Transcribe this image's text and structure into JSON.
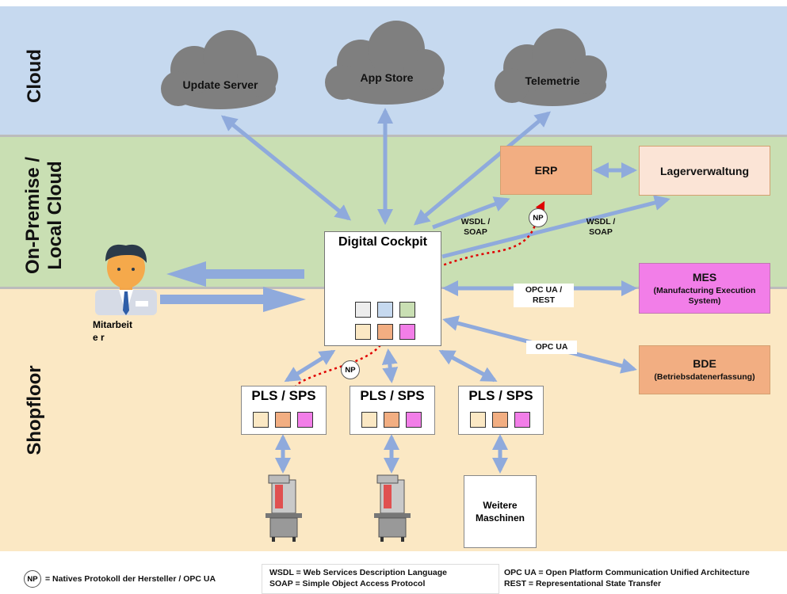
{
  "zones": {
    "cloud": "Cloud",
    "onprem": "On-Premise / Local Cloud",
    "shopfloor": "Shopfloor"
  },
  "clouds": [
    {
      "label": "Update Server"
    },
    {
      "label": "App Store"
    },
    {
      "label": "Telemetrie"
    }
  ],
  "systems": {
    "erp": "ERP",
    "lager": "Lagerverwaltung",
    "mes": {
      "title": "MES",
      "subtitle": "(Manufacturing Execution System)"
    },
    "bde": {
      "title": "BDE",
      "subtitle": "(Betriebsdatenerfassung)"
    }
  },
  "cockpit": {
    "title": "Digital Cockpit"
  },
  "employee": {
    "label": "Mitarbeite r"
  },
  "plc": [
    {
      "title": "PLS / SPS"
    },
    {
      "title": "PLS / SPS"
    },
    {
      "title": "PLS / SPS"
    }
  ],
  "machines": {
    "other": "Weitere Maschinen"
  },
  "connections": {
    "wsdl_erp": "WSDL / SOAP",
    "wsdl_lager": "WSDL / SOAP",
    "opc_rest": "OPC UA / REST",
    "opc_bde": "OPC UA",
    "np": "NP"
  },
  "legend": {
    "np_badge": "NP",
    "np_text": "= Natives Protokoll der Hersteller / OPC UA",
    "wsdl": "WSDL = Web Services Description Language",
    "soap": "SOAP =  Simple Object Access Protocol",
    "opcua": "OPC UA = Open Platform Communication Unified Architecture",
    "rest": "REST = Representational State Transfer"
  },
  "colors": {
    "cloud_band": "#c6d9ef",
    "onprem_band": "#c9dfb3",
    "shopfloor_band": "#fbe8c4",
    "arrow": "#8faadc",
    "np_path": "#e00000",
    "erp": "#f2ae82",
    "mes": "#f27ee8",
    "cloud_shape": "#7f7f7f"
  }
}
